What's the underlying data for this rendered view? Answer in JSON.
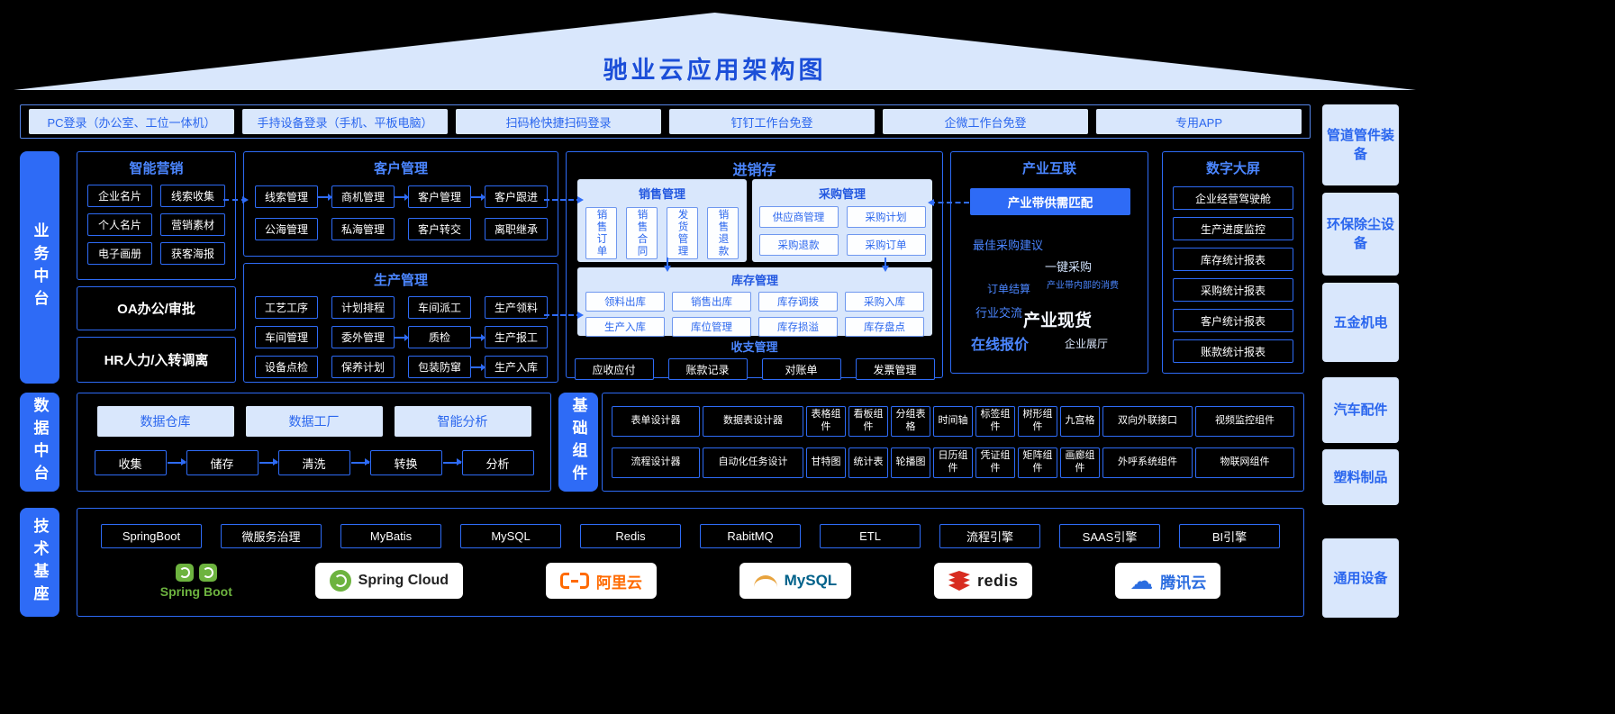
{
  "colors": {
    "accent": "#2e6bf6",
    "light_fill": "#d9e7fc",
    "blue_text": "#2a66ee",
    "roof_title": "#1b4ed8",
    "spring_green": "#6db33f",
    "ali_orange": "#ff6a00",
    "redis_red": "#d82c20",
    "tencent_blue": "#2b6de0"
  },
  "roof": {
    "title": "驰业云应用架构图"
  },
  "login": {
    "items": [
      "PC登录（办公室、工位一体机）",
      "手持设备登录（手机、平板电脑）",
      "扫码枪快捷扫码登录",
      "钉钉工作台免登",
      "企微工作台免登",
      "专用APP"
    ]
  },
  "left_rails": {
    "business": "业务中台",
    "data": "数据中台",
    "tech": "技术基座"
  },
  "components_rail": "基础组件",
  "marketing": {
    "title": "智能营销",
    "items": [
      "企业名片",
      "线索收集",
      "个人名片",
      "营销素材",
      "电子画册",
      "获客海报"
    ]
  },
  "oa": {
    "label": "OA办公/审批"
  },
  "hr": {
    "label": "HR人力/入转调离"
  },
  "customer": {
    "title": "客户管理",
    "flow": [
      "线索管理",
      "商机管理",
      "客户管理",
      "客户跟进"
    ],
    "row2": [
      "公海管理",
      "私海管理",
      "客户转交",
      "离职继承"
    ]
  },
  "production": {
    "title": "生产管理",
    "row1": [
      "工艺工序",
      "计划排程",
      "车间派工",
      "生产领料"
    ],
    "row2": [
      "车间管理",
      "委外管理",
      "质检",
      "生产报工"
    ],
    "row3": [
      "设备点检",
      "保养计划",
      "包装防窜",
      "生产入库"
    ]
  },
  "jxc": {
    "title": "进销存",
    "sales": {
      "title": "销售管理",
      "items": [
        "销售订单",
        "销售合同",
        "发货管理",
        "销售退款"
      ]
    },
    "purchase": {
      "title": "采购管理",
      "items": [
        "供应商管理",
        "采购计划",
        "采购退款",
        "采购订单"
      ]
    },
    "inventory": {
      "title": "库存管理",
      "items": [
        "领料出库",
        "销售出库",
        "库存调拨",
        "采购入库",
        "生产入库",
        "库位管理",
        "库存损溢",
        "库存盘点"
      ]
    },
    "finance": {
      "title": "收支管理",
      "items": [
        "应收应付",
        "账款记录",
        "对账单",
        "发票管理"
      ]
    }
  },
  "industry": {
    "title": "产业互联",
    "match_button": "产业带供需匹配",
    "cloud": [
      "最佳采购建议",
      "一键采购",
      "订单结算",
      "产业带内部的消费",
      "行业交流",
      "产业现货",
      "在线报价",
      "企业展厅"
    ]
  },
  "bigscreen": {
    "title": "数字大屏",
    "items": [
      "企业经营驾驶舱",
      "生产进度监控",
      "库存统计报表",
      "采购统计报表",
      "客户统计报表",
      "账款统计报表"
    ]
  },
  "data_platform": {
    "tops": [
      "数据仓库",
      "数据工厂",
      "智能分析"
    ],
    "flow": [
      "收集",
      "储存",
      "清洗",
      "转换",
      "分析"
    ]
  },
  "components": {
    "row1": [
      "表单设计器",
      "数据表设计器",
      "表格组件",
      "看板组件",
      "分组表格",
      "时间轴",
      "标签组件",
      "树形组件",
      "九宫格",
      "双向外联接口",
      "视频监控组件"
    ],
    "row2": [
      "流程设计器",
      "自动化任务设计",
      "甘特图",
      "统计表",
      "轮播图",
      "日历组件",
      "凭证组件",
      "矩阵组件",
      "画廊组件",
      "外呼系统组件",
      "物联网组件"
    ]
  },
  "tech": {
    "items": [
      "SpringBoot",
      "微服务治理",
      "MyBatis",
      "MySQL",
      "Redis",
      "RabitMQ",
      "ETL",
      "流程引擎",
      "SAAS引擎",
      "BI引擎"
    ],
    "logos": {
      "springboot": "Spring Boot",
      "springcloud": "Spring Cloud",
      "aliyun": "阿里云",
      "mysql": "MySQL",
      "redis": "redis",
      "tencent": "腾讯云"
    }
  },
  "right_column": [
    "管道管件装备",
    "环保除尘设备",
    "五金机电",
    "汽车配件",
    "塑料制品",
    "通用设备"
  ]
}
